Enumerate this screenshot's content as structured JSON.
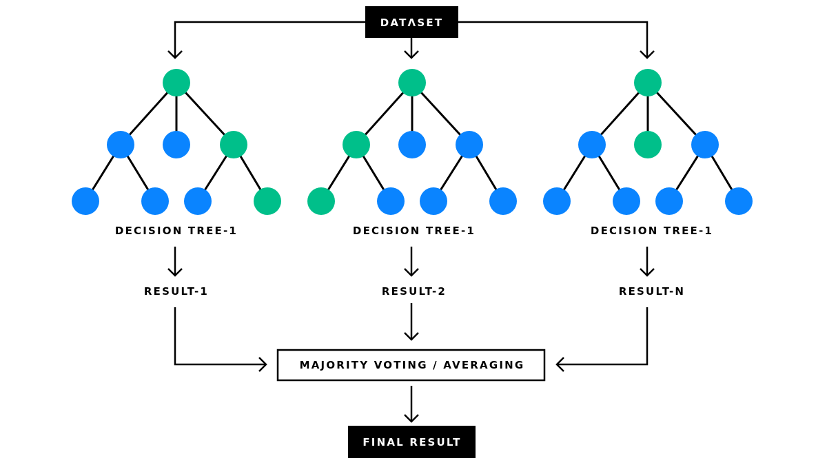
{
  "colors": {
    "green": "#00BF8A",
    "blue": "#0A84FF",
    "black": "#000000",
    "white": "#FFFFFF"
  },
  "dataset": {
    "label": "DATΛSET"
  },
  "trees": [
    {
      "label": "DECISION TREE-1",
      "result": "RESULT-1",
      "root": "green",
      "level1": [
        "blue",
        "blue",
        "green"
      ],
      "level2": [
        "blue",
        "blue",
        "blue",
        "green"
      ]
    },
    {
      "label": "DECISION TREE-1",
      "result": "RESULT-2",
      "root": "green",
      "level1": [
        "green",
        "blue",
        "blue"
      ],
      "level2": [
        "green",
        "blue",
        "blue",
        "blue"
      ]
    },
    {
      "label": "DECISION TREE-1",
      "result": "RESULT-N",
      "root": "green",
      "level1": [
        "blue",
        "green",
        "blue"
      ],
      "level2": [
        "blue",
        "blue",
        "blue",
        "blue"
      ]
    }
  ],
  "aggregator": {
    "label": "MAJORITY VOTING / AVERAGING"
  },
  "final": {
    "label": "FINAL RESULT"
  }
}
